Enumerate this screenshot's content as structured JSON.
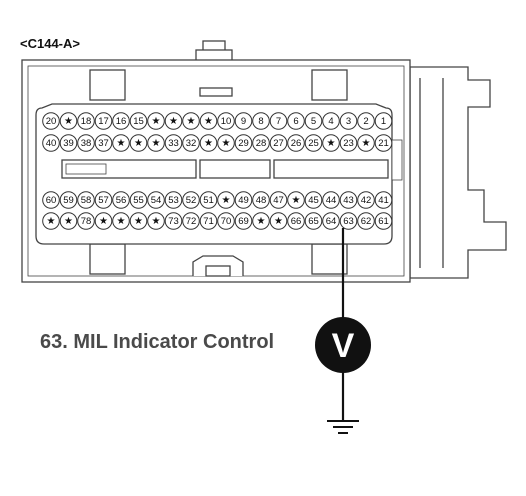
{
  "connector": {
    "label": "<C144-A>",
    "rows": [
      [
        "20",
        "★",
        "18",
        "17",
        "16",
        "15",
        "★",
        "★",
        "★",
        "★",
        "10",
        "9",
        "8",
        "7",
        "6",
        "5",
        "4",
        "3",
        "2",
        "1"
      ],
      [
        "40",
        "39",
        "38",
        "37",
        "★",
        "★",
        "★",
        "33",
        "32",
        "★",
        "★",
        "29",
        "28",
        "27",
        "26",
        "25",
        "★",
        "23",
        "★",
        "21"
      ],
      [
        "60",
        "59",
        "58",
        "57",
        "56",
        "55",
        "54",
        "53",
        "52",
        "51",
        "★",
        "49",
        "48",
        "47",
        "★",
        "45",
        "44",
        "43",
        "42",
        "41"
      ],
      [
        "★",
        "★",
        "78",
        "★",
        "★",
        "★",
        "★",
        "73",
        "72",
        "71",
        "70",
        "69",
        "★",
        "★",
        "66",
        "65",
        "64",
        "63",
        "62",
        "61"
      ]
    ]
  },
  "measurement": {
    "pin": "63",
    "label": "63. MIL Indicator Control",
    "meter_symbol": "V",
    "ground_icon": "ground-icon"
  }
}
